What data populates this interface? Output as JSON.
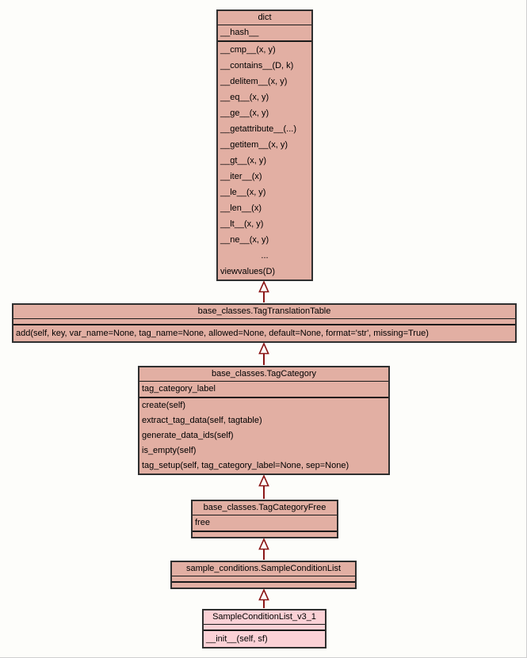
{
  "diagram": {
    "type": "class-inheritance-diagram",
    "background_color": "#fdfdfa",
    "node_fill_color": "#e2afa3",
    "highlight_fill_color": "#fbd1d6",
    "edge_color": "#8b1717",
    "border_color": "#2f2f2f"
  },
  "classes": {
    "dict": {
      "name": "dict",
      "attributes": [
        "__hash__"
      ],
      "methods": [
        "__cmp__(x, y)",
        "__contains__(D, k)",
        "__delitem__(x, y)",
        "__eq__(x, y)",
        "__ge__(x, y)",
        "__getattribute__(...)",
        "__getitem__(x, y)",
        "__gt__(x, y)",
        "__iter__(x)",
        "__le__(x, y)",
        "__len__(x)",
        "__lt__(x, y)",
        "__ne__(x, y)",
        "...",
        "viewvalues(D)"
      ]
    },
    "tag_translation_table": {
      "name": "base_classes.TagTranslationTable",
      "attributes": [],
      "methods": [
        "add(self, key, var_name=None, tag_name=None, allowed=None, default=None, format='str', missing=True)"
      ]
    },
    "tag_category": {
      "name": "base_classes.TagCategory",
      "attributes": [
        "tag_category_label"
      ],
      "methods": [
        "create(self)",
        "extract_tag_data(self, tagtable)",
        "generate_data_ids(self)",
        "is_empty(self)",
        "tag_setup(self, tag_category_label=None, sep=None)"
      ]
    },
    "tag_category_free": {
      "name": "base_classes.TagCategoryFree",
      "attributes": [
        "free"
      ],
      "methods": []
    },
    "sample_condition_list": {
      "name": "sample_conditions.SampleConditionList",
      "attributes": [],
      "methods": []
    },
    "sample_condition_list_v3_1": {
      "name": "SampleConditionList_v3_1",
      "attributes": [],
      "methods": [
        "__init__(self, sf)"
      ]
    }
  }
}
